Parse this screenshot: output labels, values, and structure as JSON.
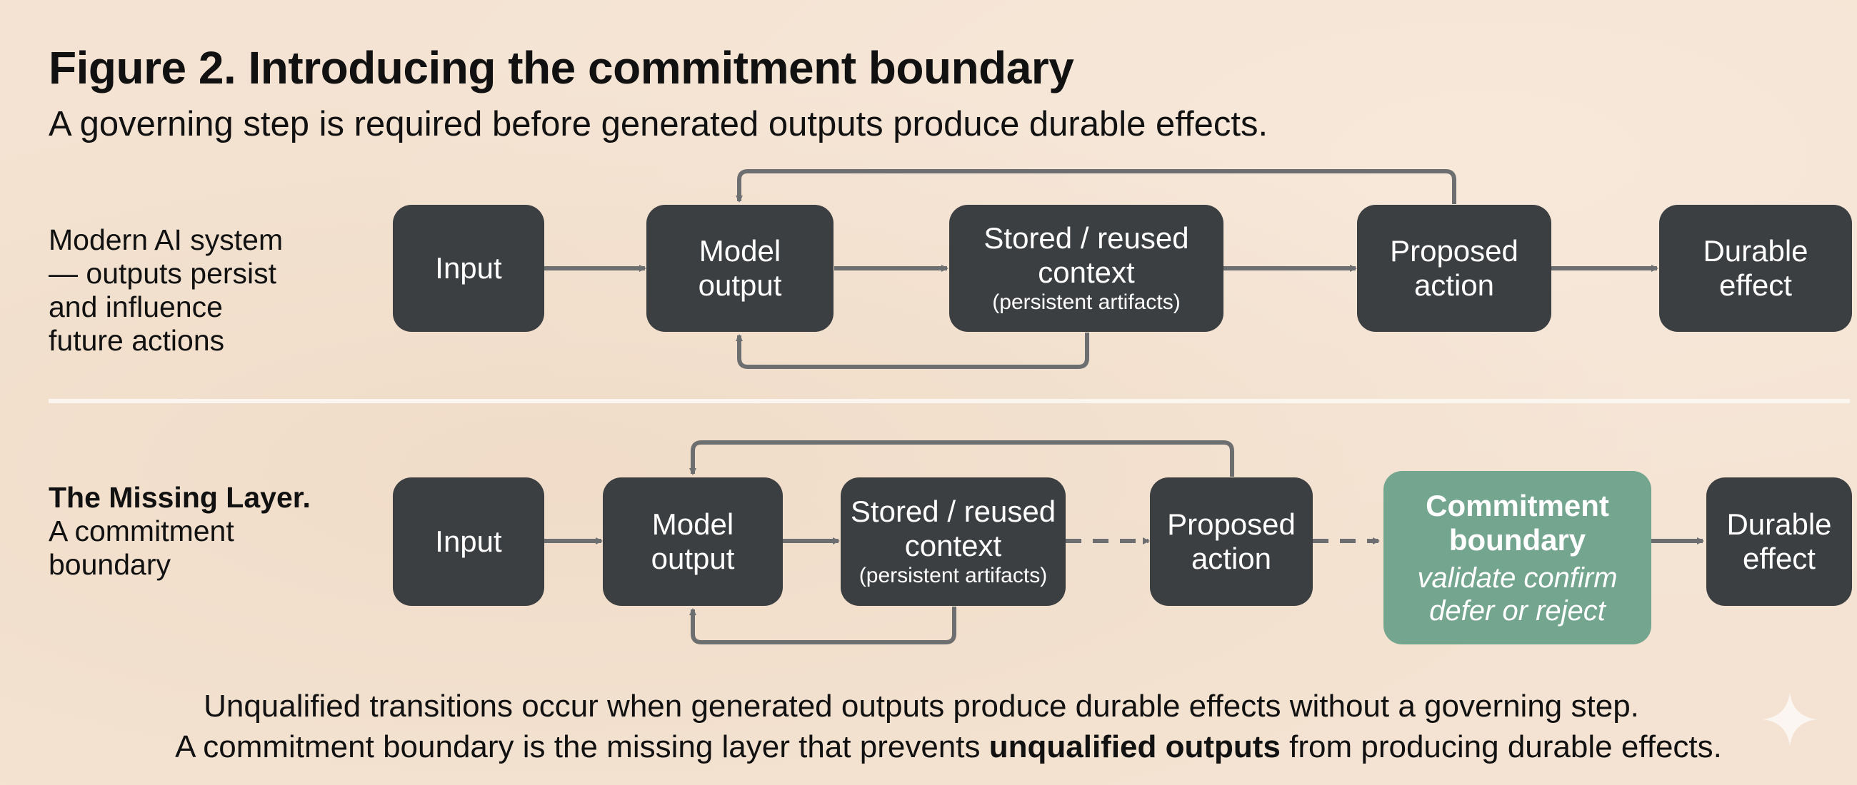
{
  "header": {
    "title": "Figure 2. Introducing the commitment boundary",
    "subtitle": "A governing step is required before generated outputs produce durable effects."
  },
  "row1": {
    "label_lines": [
      "Modern AI system",
      "— outputs persist",
      "and influence",
      "future actions"
    ],
    "nodes": {
      "input": {
        "main": "Input"
      },
      "model_output": {
        "main": "Model\noutput"
      },
      "stored_context": {
        "main": "Stored / reused\ncontext",
        "sub": "(persistent artifacts)"
      },
      "proposed_action": {
        "main": "Proposed\naction"
      },
      "durable_effect": {
        "main": "Durable\neffect"
      }
    }
  },
  "row2": {
    "label_bold": "The Missing Layer.",
    "label_lines": [
      "A commitment",
      "boundary"
    ],
    "nodes": {
      "input": {
        "main": "Input"
      },
      "model_output": {
        "main": "Model\noutput"
      },
      "stored_context": {
        "main": "Stored / reused\ncontext",
        "sub": "(persistent artifacts)"
      },
      "proposed_action": {
        "main": "Proposed\naction"
      },
      "commitment_boundary": {
        "main": "Commitment\nboundary",
        "sub": "validate confirm\ndefer or reject"
      },
      "durable_effect": {
        "main": "Durable\neffect"
      }
    }
  },
  "footer": {
    "line1": "Unqualified transitions occur when generated outputs produce durable effects without a governing step.",
    "line2_pre": "A commitment boundary is the missing layer that prevents ",
    "line2_bold": "unqualified outputs",
    "line2_post": " from producing durable effects."
  },
  "colors": {
    "node": "#3c3f41",
    "boundary": "#74a68f",
    "arrow": "#6d6e70",
    "background": "#f4e3d2"
  }
}
